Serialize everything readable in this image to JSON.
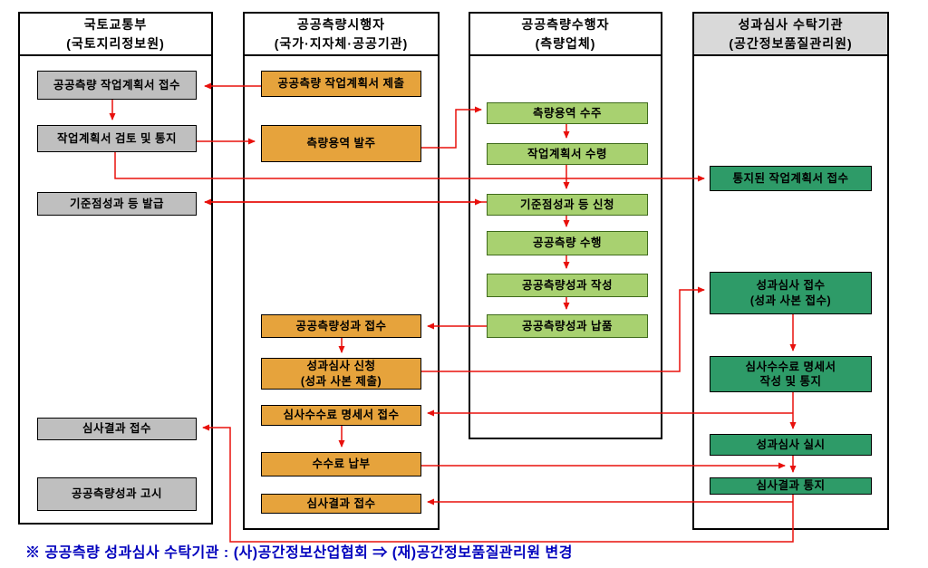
{
  "diagram": {
    "columns": [
      {
        "id": "moct",
        "title": "국토교통부",
        "subtitle": "(국토지리정보원)",
        "boxes": [
          {
            "label": "공공측량 작업계획서 접수"
          },
          {
            "label": "작업계획서 검토 및 통지"
          },
          {
            "label": "기준점성과 등 발급"
          },
          {
            "label": "심사결과 접수"
          },
          {
            "label": "공공측량성과 고시"
          }
        ]
      },
      {
        "id": "implementer",
        "title": "공공측량시행자",
        "subtitle": "(국가·지자체·공공기관)",
        "boxes": [
          {
            "label": "공공측량 작업계획서 제출"
          },
          {
            "label": "측량용역 발주"
          },
          {
            "label": "공공측량성과 접수"
          },
          {
            "label": "성과심사 신청\n(성과 사본 제출)"
          },
          {
            "label": "심사수수료 명세서 접수"
          },
          {
            "label": "수수료 납부"
          },
          {
            "label": "심사결과 접수"
          }
        ]
      },
      {
        "id": "performer",
        "title": "공공측량수행자",
        "subtitle": "(측량업체)",
        "boxes": [
          {
            "label": "측량용역 수주"
          },
          {
            "label": "작업계획서 수령"
          },
          {
            "label": "기준점성과 등 신청"
          },
          {
            "label": "공공측량 수행"
          },
          {
            "label": "공공측량성과 작성"
          },
          {
            "label": "공공측량성과 납품"
          }
        ]
      },
      {
        "id": "review-agency",
        "title": "성과심사 수탁기관",
        "subtitle": "(공간정보품질관리원)",
        "boxes": [
          {
            "label": "통지된 작업계획서 접수"
          },
          {
            "label": "성과심사 접수\n(성과 사본 접수)"
          },
          {
            "label": "심사수수료 명세서\n작성 및 통지"
          },
          {
            "label": "성과심사 실시"
          },
          {
            "label": "심사결과 통지"
          }
        ]
      }
    ],
    "footnote": "※ 공공측량 성과심사 수탁기관 : (사)공간정보산업협회 ⇒ (재)공간정보품질관리원 변경",
    "colors": {
      "box_gray": "#bfbfbf",
      "box_orange": "#e6a33c",
      "box_light_green": "#a8d170",
      "box_dark_green": "#2e9b68",
      "header_gray": "#d9d9d9",
      "arrow_red": "#e8100c",
      "footnote_blue": "#0000bd"
    }
  }
}
